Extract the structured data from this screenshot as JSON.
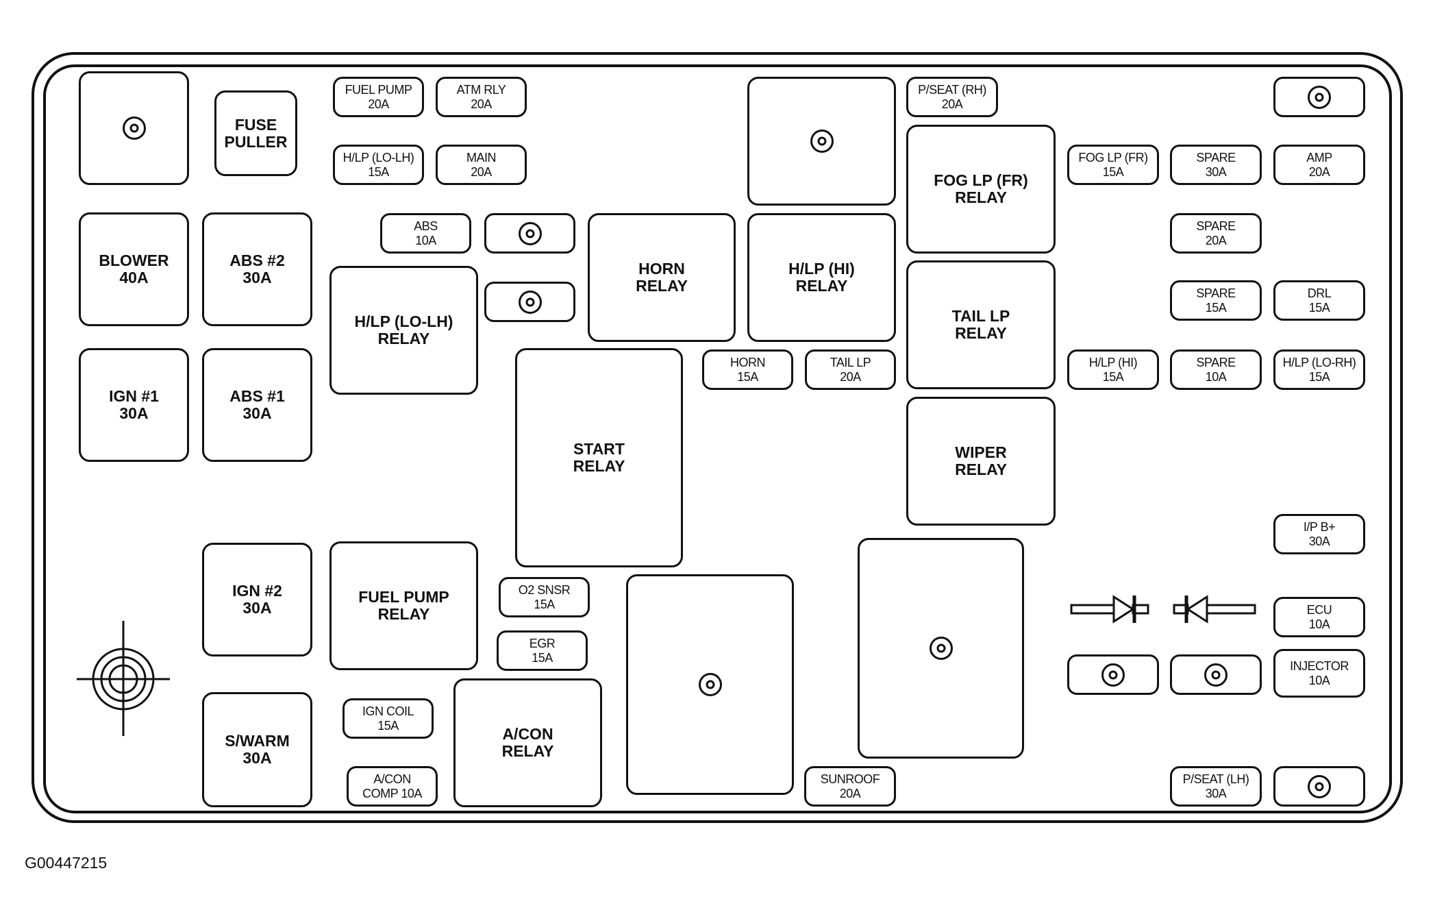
{
  "figure_id": "G00447215",
  "colors": {
    "line": "#111111",
    "background": "#ffffff"
  },
  "components": {
    "fuse_puller": "FUSE\nPULLER",
    "fuel_pump_fuse": "FUEL PUMP\n20A",
    "atm_rly_fuse": "ATM RLY\n20A",
    "hlp_lo_lh_fuse": "H/LP (LO-LH)\n15A",
    "main_fuse": "MAIN\n20A",
    "pseat_rh_fuse": "P/SEAT (RH)\n20A",
    "fog_lp_fr_relay": "FOG LP (FR)\nRELAY",
    "fog_lp_fr_fuse": "FOG LP (FR)\n15A",
    "spare_30a_top": "SPARE\n30A",
    "amp_fuse": "AMP\n20A",
    "blower_fuse": "BLOWER\n40A",
    "abs2_fuse": "ABS #2\n30A",
    "abs_fuse": "ABS\n10A",
    "horn_relay": "HORN\nRELAY",
    "hlp_hi_relay": "H/LP (HI)\nRELAY",
    "spare_20a": "SPARE\n20A",
    "hlp_lo_lh_relay": "H/LP (LO-LH)\nRELAY",
    "tail_lp_relay": "TAIL LP\nRELAY",
    "spare_15a": "SPARE\n15A",
    "drl_fuse": "DRL\n15A",
    "ign1_fuse": "IGN #1\n30A",
    "abs1_fuse": "ABS #1\n30A",
    "horn_fuse": "HORN\n15A",
    "tail_lp_fuse": "TAIL LP\n20A",
    "hlp_hi_fuse": "H/LP (HI)\n15A",
    "spare_10a": "SPARE\n10A",
    "hlp_lo_rh_fuse": "H/LP (LO-RH)\n15A",
    "start_relay": "START\nRELAY",
    "wiper_relay": "WIPER\nRELAY",
    "ip_b_fuse": "I/P B+\n30A",
    "ign2_fuse": "IGN #2\n30A",
    "fuel_pump_relay": "FUEL PUMP\nRELAY",
    "o2_snsr_fuse": "O2 SNSR\n15A",
    "egr_fuse": "EGR\n15A",
    "ecu_fuse": "ECU\n10A",
    "injector_fuse": "INJECTOR\n10A",
    "ign_coil_fuse": "IGN COIL\n15A",
    "acon_relay": "A/CON\nRELAY",
    "swarm_fuse": "S/WARM\n30A",
    "acon_comp_fuse": "A/CON\nCOMP 10A",
    "sunroof_fuse": "SUNROOF\n20A",
    "pseat_lh_fuse": "P/SEAT (LH)\n30A"
  }
}
